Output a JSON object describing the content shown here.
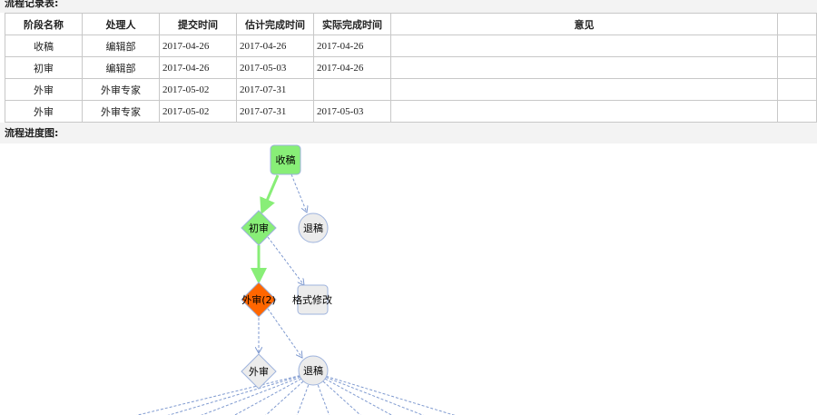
{
  "record_title": "流程记录表:",
  "progress_title": "流程进度图:",
  "table": {
    "headers": [
      "阶段名称",
      "处理人",
      "提交时间",
      "估计完成时间",
      "实际完成时间",
      "意见",
      ""
    ],
    "rows": [
      [
        "收稿",
        "编辑部",
        "2017-04-26",
        "2017-04-26",
        "2017-04-26",
        "",
        ""
      ],
      [
        "初审",
        "编辑部",
        "2017-04-26",
        "2017-05-03",
        "2017-04-26",
        "",
        ""
      ],
      [
        "外审",
        "外审专家",
        "2017-05-02",
        "2017-07-31",
        "",
        "",
        ""
      ],
      [
        "外审",
        "外审专家",
        "2017-05-02",
        "2017-07-31",
        "2017-05-03",
        "",
        ""
      ]
    ]
  },
  "diagram": {
    "nodes": {
      "receive": "收稿",
      "first_review": "初审",
      "reject1": "退稿",
      "external2": "外审(2)",
      "format": "格式修改",
      "external": "外审",
      "reject2": "退稿"
    },
    "colors": {
      "done": "#88ee77",
      "current": "#ff6600",
      "pending": "#ececec",
      "edge": "#7f9ad0",
      "border": "#9eb3dd"
    }
  }
}
